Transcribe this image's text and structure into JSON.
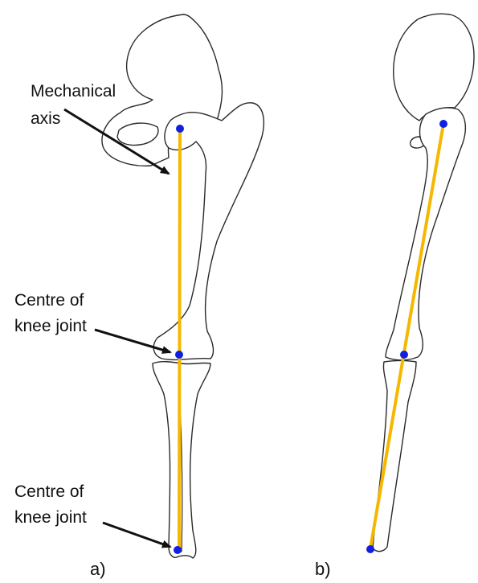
{
  "labels": {
    "mechanical_axis_line1": "Mechanical",
    "mechanical_axis_line2": "axis",
    "knee_centre_line1": "Centre of",
    "knee_centre_line2": "knee joint",
    "ankle_centre_line1": "Centre of",
    "ankle_centre_line2": "knee joint",
    "panel_a": "a)",
    "panel_b": "b)"
  },
  "colors": {
    "axis_line": "#F5B800",
    "joint_point": "#1020E0",
    "arrow": "#111111"
  }
}
